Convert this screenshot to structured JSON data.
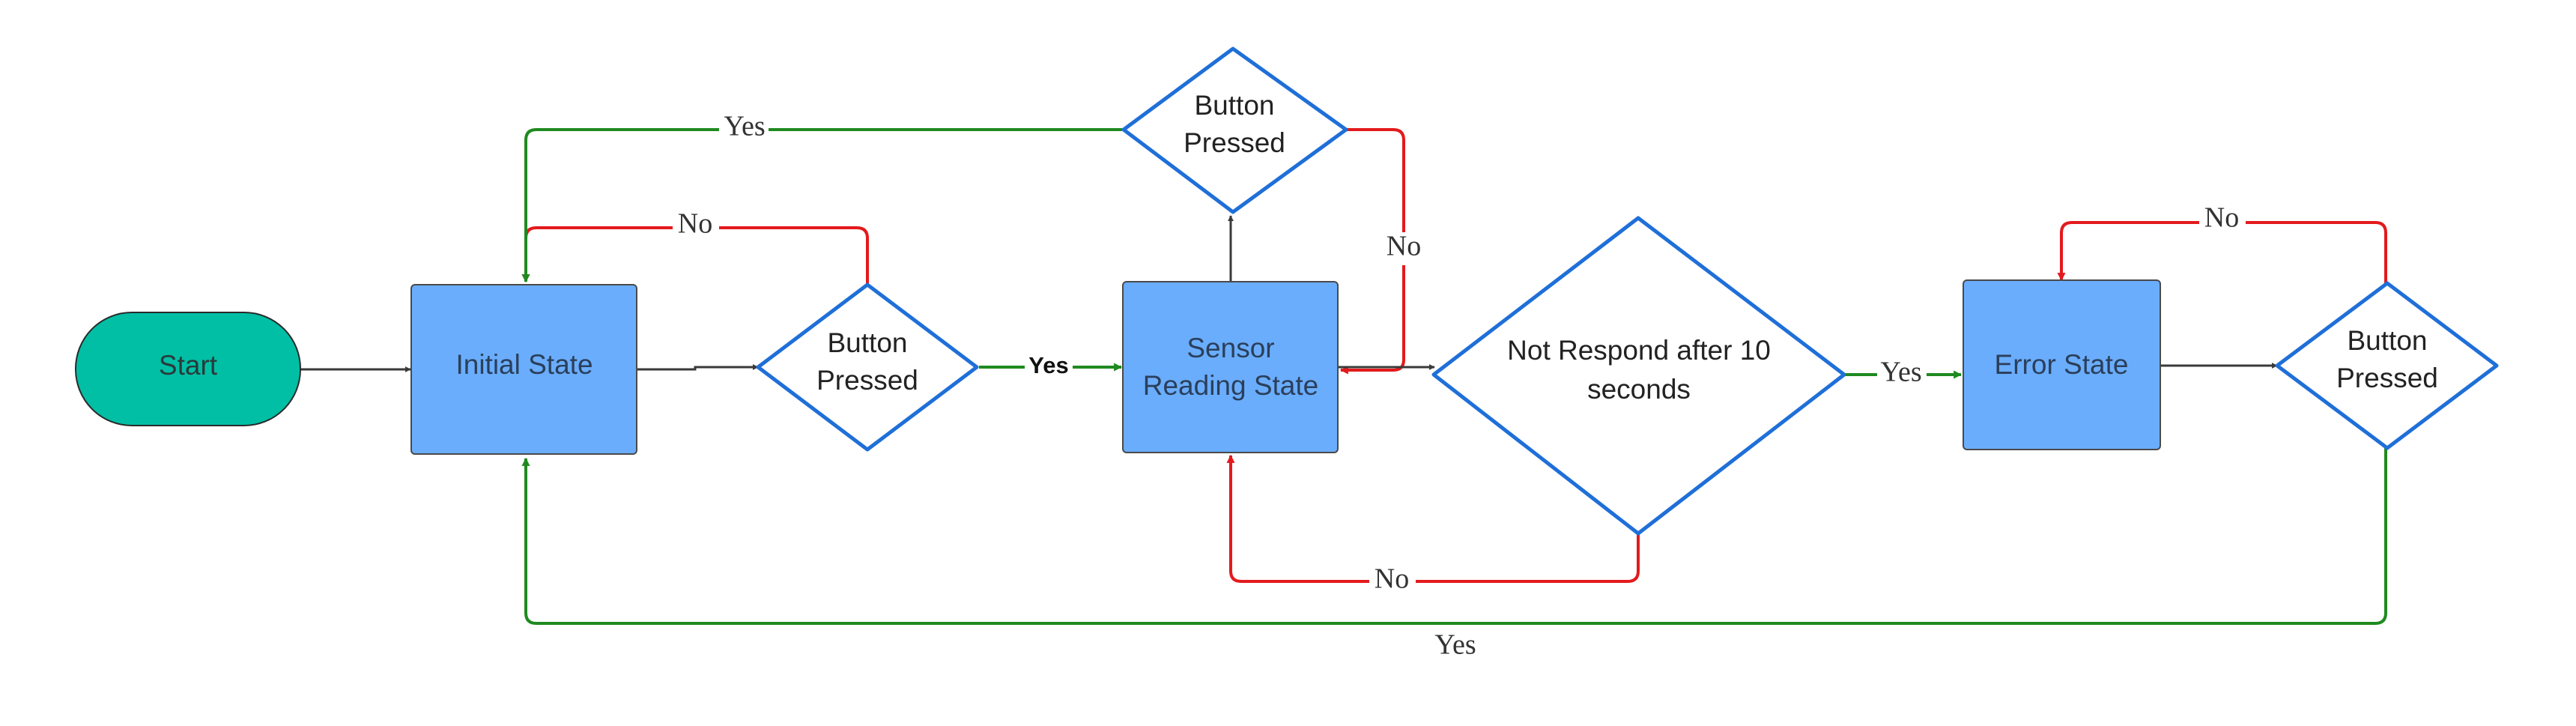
{
  "colors": {
    "start": "#00bfa5",
    "state_fill": "#6aadfd",
    "state_stroke": "#4a4a4a",
    "decision_stroke": "#1f6fd8",
    "yes_arrow": "#1f8a1f",
    "no_arrow": "#e31a1c",
    "neutral_arrow": "#3a3a3a"
  },
  "nodes": {
    "start": "Start",
    "initial_state": "Initial State",
    "button_pressed_1": [
      "Button",
      "Pressed"
    ],
    "sensor_reading_state": [
      "Sensor",
      "Reading State"
    ],
    "button_pressed_top": [
      "Button",
      "Pressed"
    ],
    "not_respond": [
      "Not Respond after 10",
      "seconds"
    ],
    "error_state": "Error State",
    "button_pressed_right": [
      "Button",
      "Pressed"
    ]
  },
  "edge_labels": {
    "top_yes": "Yes",
    "initial_no": "No",
    "bp1_yes": "Yes",
    "top_no": "No",
    "nr_yes": "Yes",
    "nr_no": "No",
    "error_no": "No",
    "bottom_yes": "Yes"
  }
}
